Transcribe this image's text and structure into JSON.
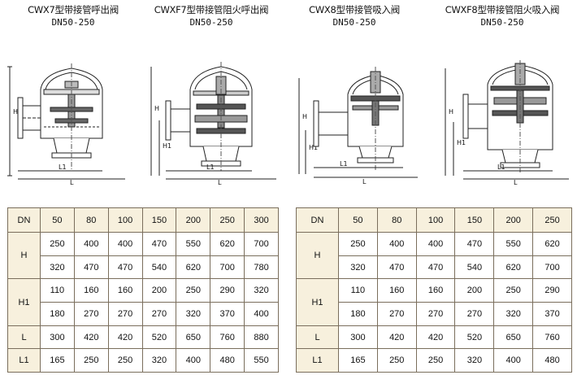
{
  "captions": [
    {
      "title": "CWX7型带接管呼出阀",
      "size": "DN50-250"
    },
    {
      "title": "CWXF7型带接管阻火呼出阀",
      "size": "DN50-250"
    },
    {
      "title": "CWX8型带接管吸入阀",
      "size": "DN50-250"
    },
    {
      "title": "CWXF8型带接管阻火吸入阀",
      "size": "DN50-250"
    }
  ],
  "dim_labels": {
    "h": "H",
    "h1": "H1",
    "l": "L",
    "l1": "L1"
  },
  "table_left": {
    "corner": "DN",
    "columns": [
      "50",
      "80",
      "100",
      "150",
      "200",
      "250",
      "300"
    ],
    "groups": [
      {
        "label": "H",
        "rows": [
          [
            "250",
            "400",
            "400",
            "470",
            "550",
            "620",
            "700"
          ],
          [
            "320",
            "470",
            "470",
            "540",
            "620",
            "700",
            "780"
          ]
        ]
      },
      {
        "label": "H1",
        "rows": [
          [
            "110",
            "160",
            "160",
            "200",
            "250",
            "290",
            "320"
          ],
          [
            "180",
            "270",
            "270",
            "270",
            "320",
            "370",
            "400"
          ]
        ]
      },
      {
        "label": "L",
        "rows": [
          [
            "300",
            "420",
            "420",
            "520",
            "650",
            "760",
            "880"
          ]
        ]
      },
      {
        "label": "L1",
        "rows": [
          [
            "165",
            "250",
            "250",
            "320",
            "400",
            "480",
            "550"
          ]
        ]
      }
    ]
  },
  "table_right": {
    "corner": "DN",
    "columns": [
      "50",
      "80",
      "100",
      "150",
      "200",
      "250"
    ],
    "groups": [
      {
        "label": "H",
        "rows": [
          [
            "250",
            "400",
            "400",
            "470",
            "550",
            "620"
          ],
          [
            "320",
            "470",
            "470",
            "540",
            "620",
            "700"
          ]
        ]
      },
      {
        "label": "H1",
        "rows": [
          [
            "110",
            "160",
            "160",
            "200",
            "250",
            "290"
          ],
          [
            "180",
            "270",
            "270",
            "270",
            "320",
            "370"
          ]
        ]
      },
      {
        "label": "L",
        "rows": [
          [
            "300",
            "420",
            "420",
            "520",
            "650",
            "760"
          ]
        ]
      },
      {
        "label": "L1",
        "rows": [
          [
            "165",
            "250",
            "250",
            "320",
            "400",
            "480"
          ]
        ]
      }
    ]
  }
}
